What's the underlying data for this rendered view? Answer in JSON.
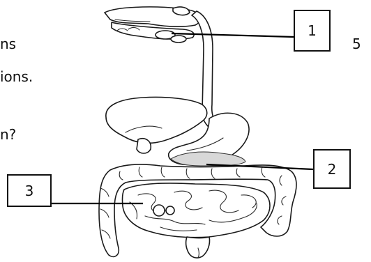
{
  "fragments": [
    "ns",
    "ions.",
    "n?",
    "5"
  ],
  "labels": [
    "1",
    "2",
    "3"
  ]
}
